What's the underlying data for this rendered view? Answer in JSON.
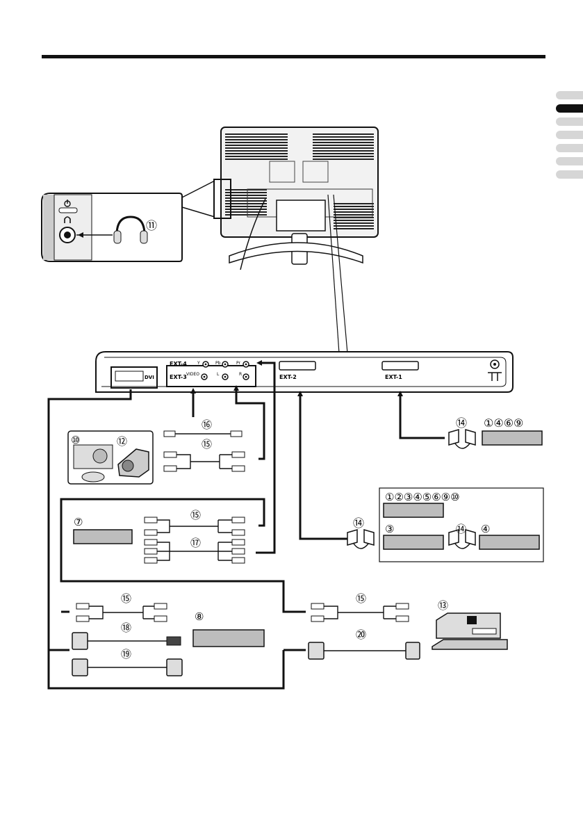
{
  "page": {
    "language_tabs": [
      {
        "name": "tab-1",
        "active": false
      },
      {
        "name": "tab-2",
        "active": true
      },
      {
        "name": "tab-3",
        "active": false
      },
      {
        "name": "tab-4",
        "active": false
      },
      {
        "name": "tab-5",
        "active": false
      },
      {
        "name": "tab-6",
        "active": false
      },
      {
        "name": "tab-7",
        "active": false
      }
    ]
  },
  "panel": {
    "ext4": "EXT-4",
    "ext3": "EXT-3",
    "y": "Y",
    "pb": "Pb",
    "pr": "Pr",
    "video": "VIDEO",
    "l": "L",
    "r": "R",
    "dvi": "DVI",
    "ext2": "EXT-2",
    "ext1": "EXT-1",
    "power_icon": "power-icon",
    "headphone_icon": "headphone-icon",
    "antenna_icon": "antenna-icon"
  },
  "callouts": {
    "headphones": "⑪",
    "ext1_devices": "①④⑥⑨",
    "ext2_devices_top": "①②③④⑤⑥⑨⑩",
    "ext2_device_left": "③",
    "ext2_device_right": "④",
    "scart_1": "⑭",
    "scart_2": "⑭",
    "scart_3": "⑭",
    "game_console": "⑩",
    "camcorder": "⑫",
    "video_cable": "⑯",
    "audio_cable_1": "⑮",
    "audio_cable_2": "⑮",
    "audio_cable_3": "⑮",
    "audio_cable_4": "⑮",
    "component_cable": "⑰",
    "dvd_player": "⑦",
    "dvi_device": "⑧",
    "dvi_hdmi_cable": "⑱",
    "dvi_dvi_cable": "⑲",
    "dvi_pc_cable": "⑳",
    "computer": "⑬"
  },
  "colors": {
    "line": "#111111",
    "device_fill": "#bdbdbd",
    "panel_fill": "#ffffff",
    "tv_fill": "#f2f2f2",
    "tab_inactive": "#d6d6d6",
    "tab_active": "#111111"
  }
}
